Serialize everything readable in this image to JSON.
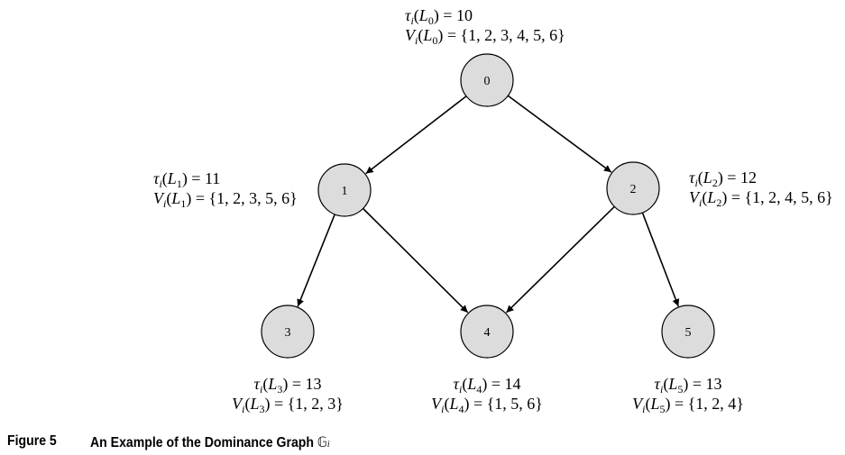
{
  "caption": {
    "number": "Figure 5",
    "text": "An Example of the Dominance Graph ",
    "symbol": "𝔾",
    "symbol_sub": "i"
  },
  "nodes": [
    {
      "id": "0",
      "tau_value": "10",
      "v_set": "{1, 2, 3, 4, 5, 6}"
    },
    {
      "id": "1",
      "tau_value": "11",
      "v_set": "{1, 2, 3, 5, 6}"
    },
    {
      "id": "2",
      "tau_value": "12",
      "v_set": "{1, 2, 4, 5, 6}"
    },
    {
      "id": "3",
      "tau_value": "13",
      "v_set": "{1, 2, 3}"
    },
    {
      "id": "4",
      "tau_value": "14",
      "v_set": "{1, 5, 6}"
    },
    {
      "id": "5",
      "tau_value": "13",
      "v_set": "{1, 2, 4}"
    }
  ],
  "edges": [
    {
      "from": "0",
      "to": "1"
    },
    {
      "from": "0",
      "to": "2"
    },
    {
      "from": "1",
      "to": "3"
    },
    {
      "from": "1",
      "to": "4"
    },
    {
      "from": "2",
      "to": "4"
    },
    {
      "from": "2",
      "to": "5"
    }
  ],
  "colors": {
    "node_fill": "#dcdcdc",
    "node_stroke": "#000000",
    "edge": "#000000"
  }
}
